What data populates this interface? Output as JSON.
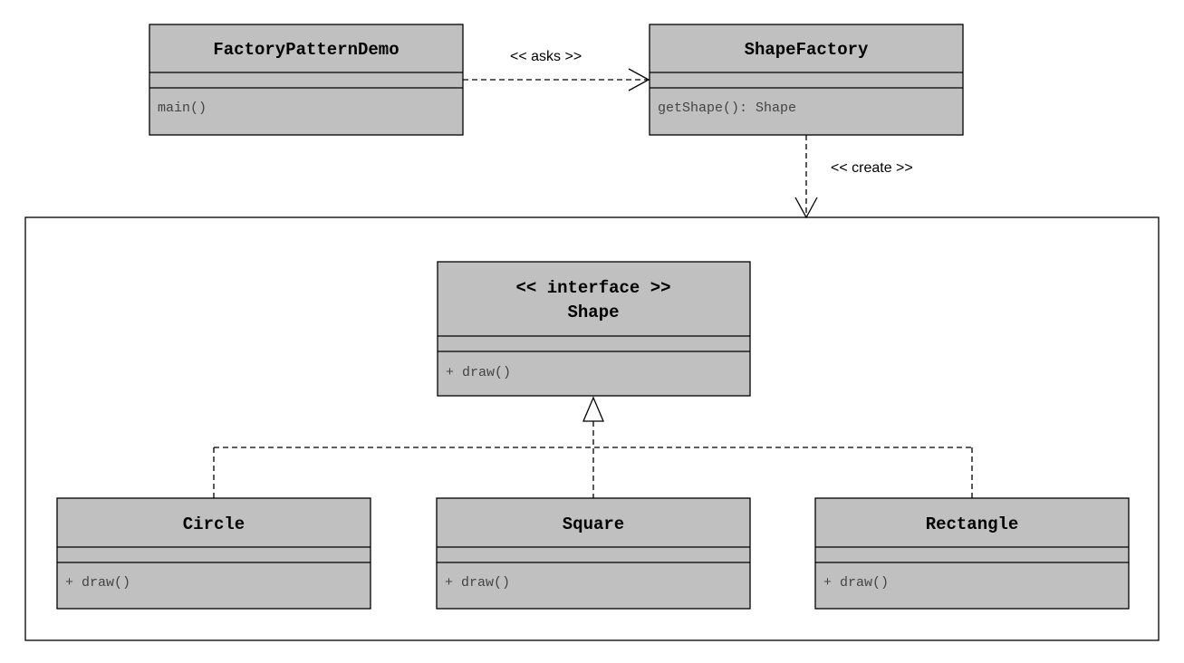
{
  "classes": {
    "factory_pattern_demo": {
      "name": "FactoryPatternDemo",
      "method": "main()"
    },
    "shape_factory": {
      "name": "ShapeFactory",
      "method": "getShape(): Shape"
    },
    "shape": {
      "stereotype": "<< interface >>",
      "name": "Shape",
      "method": "+ draw()"
    },
    "circle": {
      "name": "Circle",
      "method": "+ draw()"
    },
    "square": {
      "name": "Square",
      "method": "+ draw()"
    },
    "rectangle": {
      "name": "Rectangle",
      "method": "+ draw()"
    }
  },
  "relations": {
    "asks": "<< asks >>",
    "create": "<< create >>"
  },
  "colors": {
    "class_fill": "#c0c0c0",
    "member_text": "#444444",
    "line": "#000000"
  }
}
